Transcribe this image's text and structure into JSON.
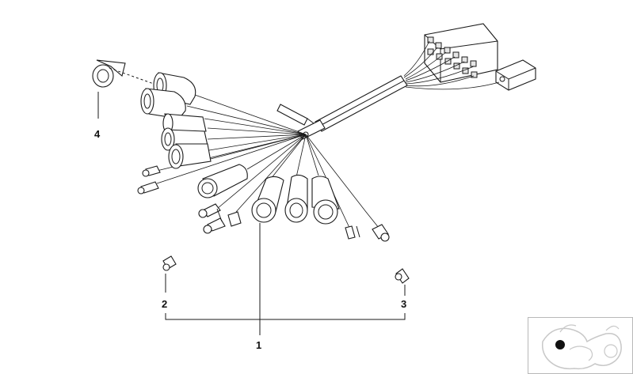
{
  "callouts": {
    "part_1": "1",
    "part_2": "2",
    "part_3": "3",
    "part_4": "4"
  },
  "colors": {
    "line": "#1a1a1a",
    "fill_light": "#f2f2f2",
    "fill_mid": "#d9d9d9",
    "thumb_border": "#b8b8b8"
  },
  "icons": {
    "thumbnail": "motorcycle-locator-icon",
    "marker": "location-dot-icon"
  }
}
